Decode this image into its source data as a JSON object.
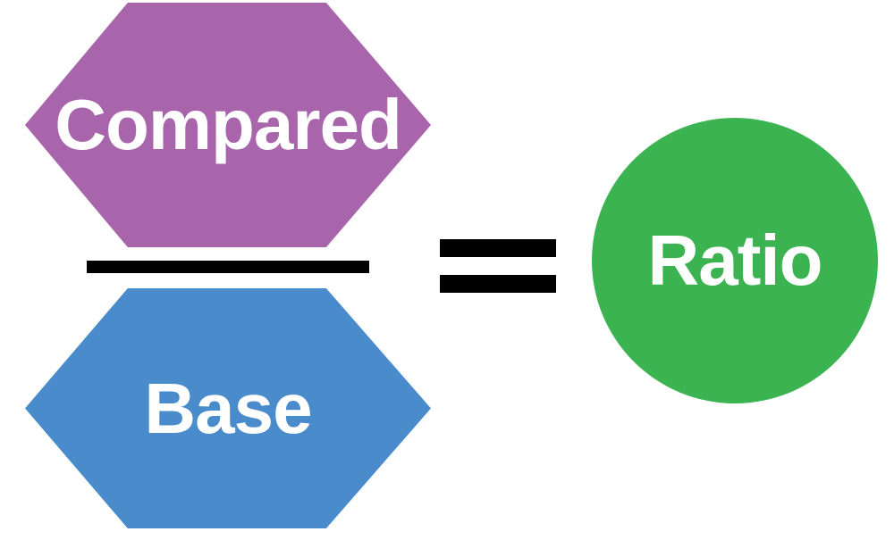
{
  "diagram": {
    "compared": {
      "label": "Compared",
      "shape": "hexagon",
      "color": "#A865AC",
      "text_color": "#FFFFFF"
    },
    "base": {
      "label": "Base",
      "shape": "hexagon",
      "color": "#4A8BCB",
      "text_color": "#FFFFFF"
    },
    "ratio": {
      "label": "Ratio",
      "shape": "circle",
      "color": "#3CB351",
      "text_color": "#FFFFFF"
    },
    "fraction_bar": {
      "color": "#000000"
    },
    "equals": {
      "symbol": "=",
      "color": "#000000"
    },
    "background": "#FFFFFF"
  }
}
